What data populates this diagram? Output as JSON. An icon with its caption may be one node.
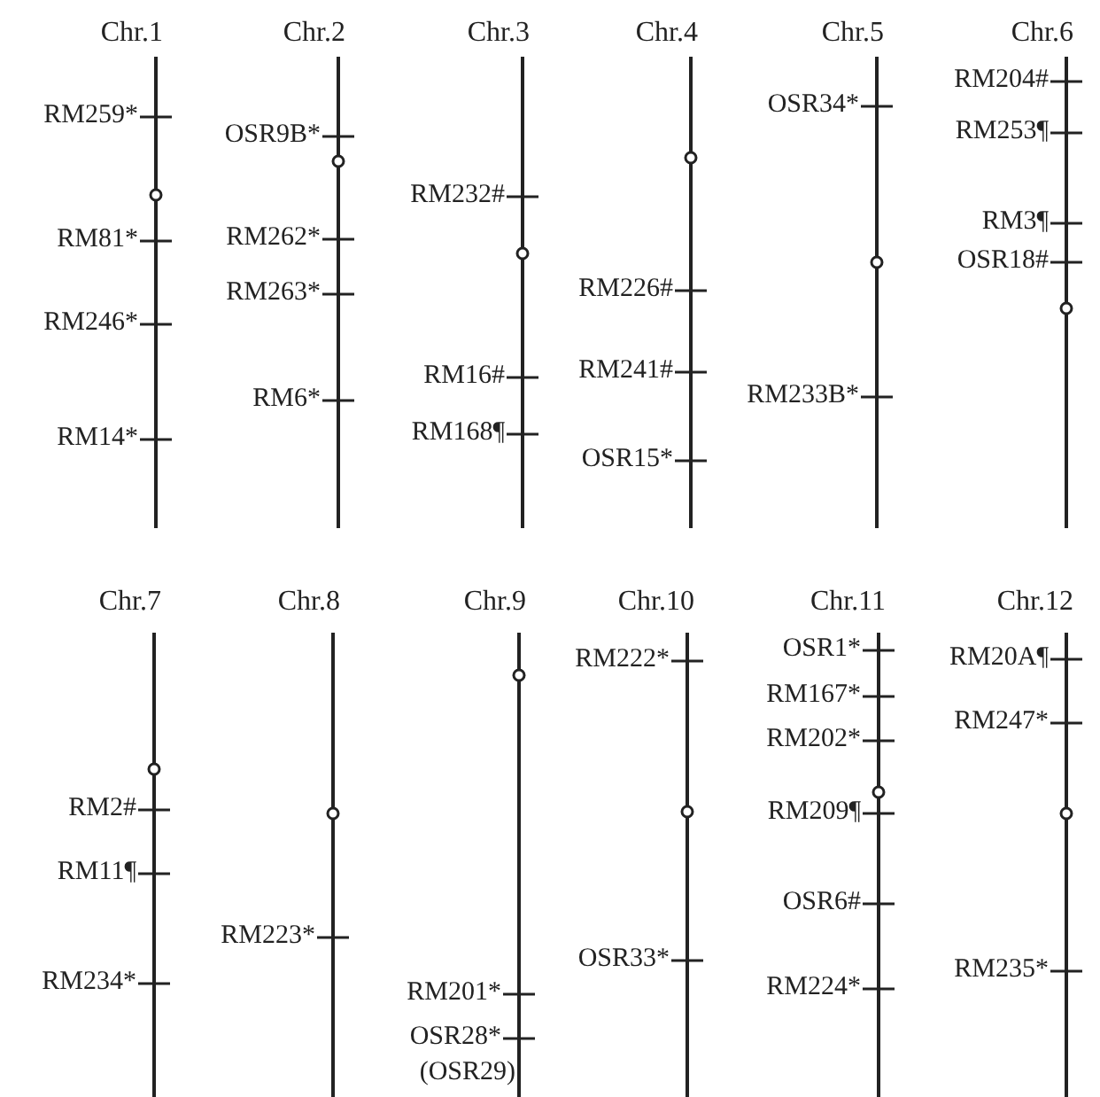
{
  "diagram": {
    "nodes": [
      {
        "text": [
          "Chr.1",
          "RM259*",
          "RM81*",
          "RM246*",
          "RM14*"
        ]
      },
      {
        "text": [
          "Chr.2",
          "OSR9B*",
          "RM262*",
          "RM263*",
          "RM6*"
        ]
      },
      {
        "text": [
          "Chr.3",
          "RM232#",
          "RM16#",
          "RM168¶"
        ]
      },
      {
        "text": [
          "Chr.4",
          "RM226#",
          "RM241#",
          "OSR15*"
        ]
      },
      {
        "text": [
          "Chr.5",
          "OSR34*",
          "RM233B*"
        ]
      },
      {
        "text": [
          "Chr.6",
          "RM204#",
          "RM253¶",
          "RM3¶",
          "OSR18#"
        ]
      },
      {
        "text": [
          "Chr.7",
          "RM2#",
          "RM11¶",
          "RM234*"
        ]
      },
      {
        "text": [
          "Chr.8",
          "RM223*"
        ]
      },
      {
        "text": [
          "Chr.9",
          "RM201*",
          "OSR28*",
          "(OSR29)"
        ]
      },
      {
        "text": [
          "Chr.10",
          "RM222*",
          "OSR33*"
        ]
      },
      {
        "text": [
          "Chr.11",
          "OSR1*",
          "RM167*",
          "RM202*",
          "RM209¶",
          "OSR6#",
          "RM224*"
        ]
      },
      {
        "text": [
          "Chr.12",
          "RM20A¶",
          "RM247*",
          "RM235*"
        ]
      }
    ]
  }
}
